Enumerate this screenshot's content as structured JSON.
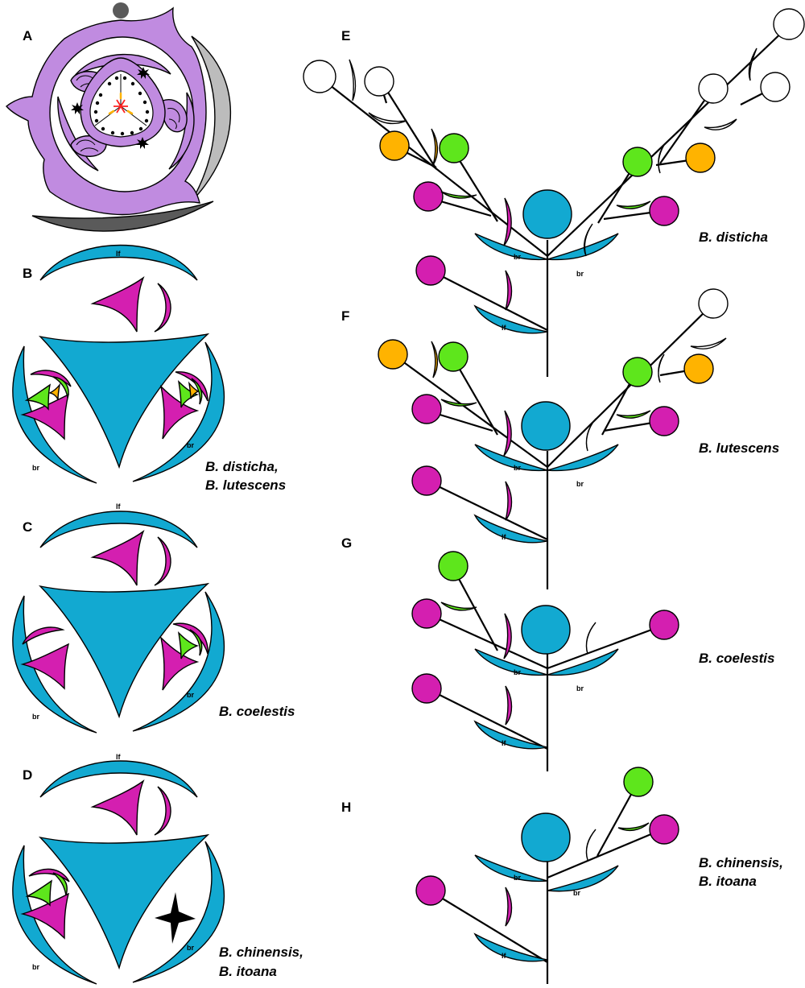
{
  "panels": {
    "A": "A",
    "B": "B",
    "C": "C",
    "D": "D",
    "E": "E",
    "F": "F",
    "G": "G",
    "H": "H"
  },
  "species": {
    "B": [
      "B. disticha,",
      "B. lutescens"
    ],
    "C": [
      "B. coelestis"
    ],
    "D": [
      "B. chinensis,",
      "B. itoana"
    ],
    "E": [
      "B. disticha"
    ],
    "F": [
      "B. lutescens"
    ],
    "G": [
      "B. coelestis"
    ],
    "H": [
      "B. chinensis,",
      "B. itoana"
    ]
  },
  "labels": {
    "leaf": "lf",
    "bract": "br"
  },
  "colors": {
    "blue": "#12a9d1",
    "magenta": "#d41fb0",
    "green": "#5ee61c",
    "orange": "#ffb300",
    "lavender": "#c08be0",
    "grey_light": "#bcbcbc",
    "grey_dark": "#5a5a5a",
    "white": "#ffffff"
  }
}
